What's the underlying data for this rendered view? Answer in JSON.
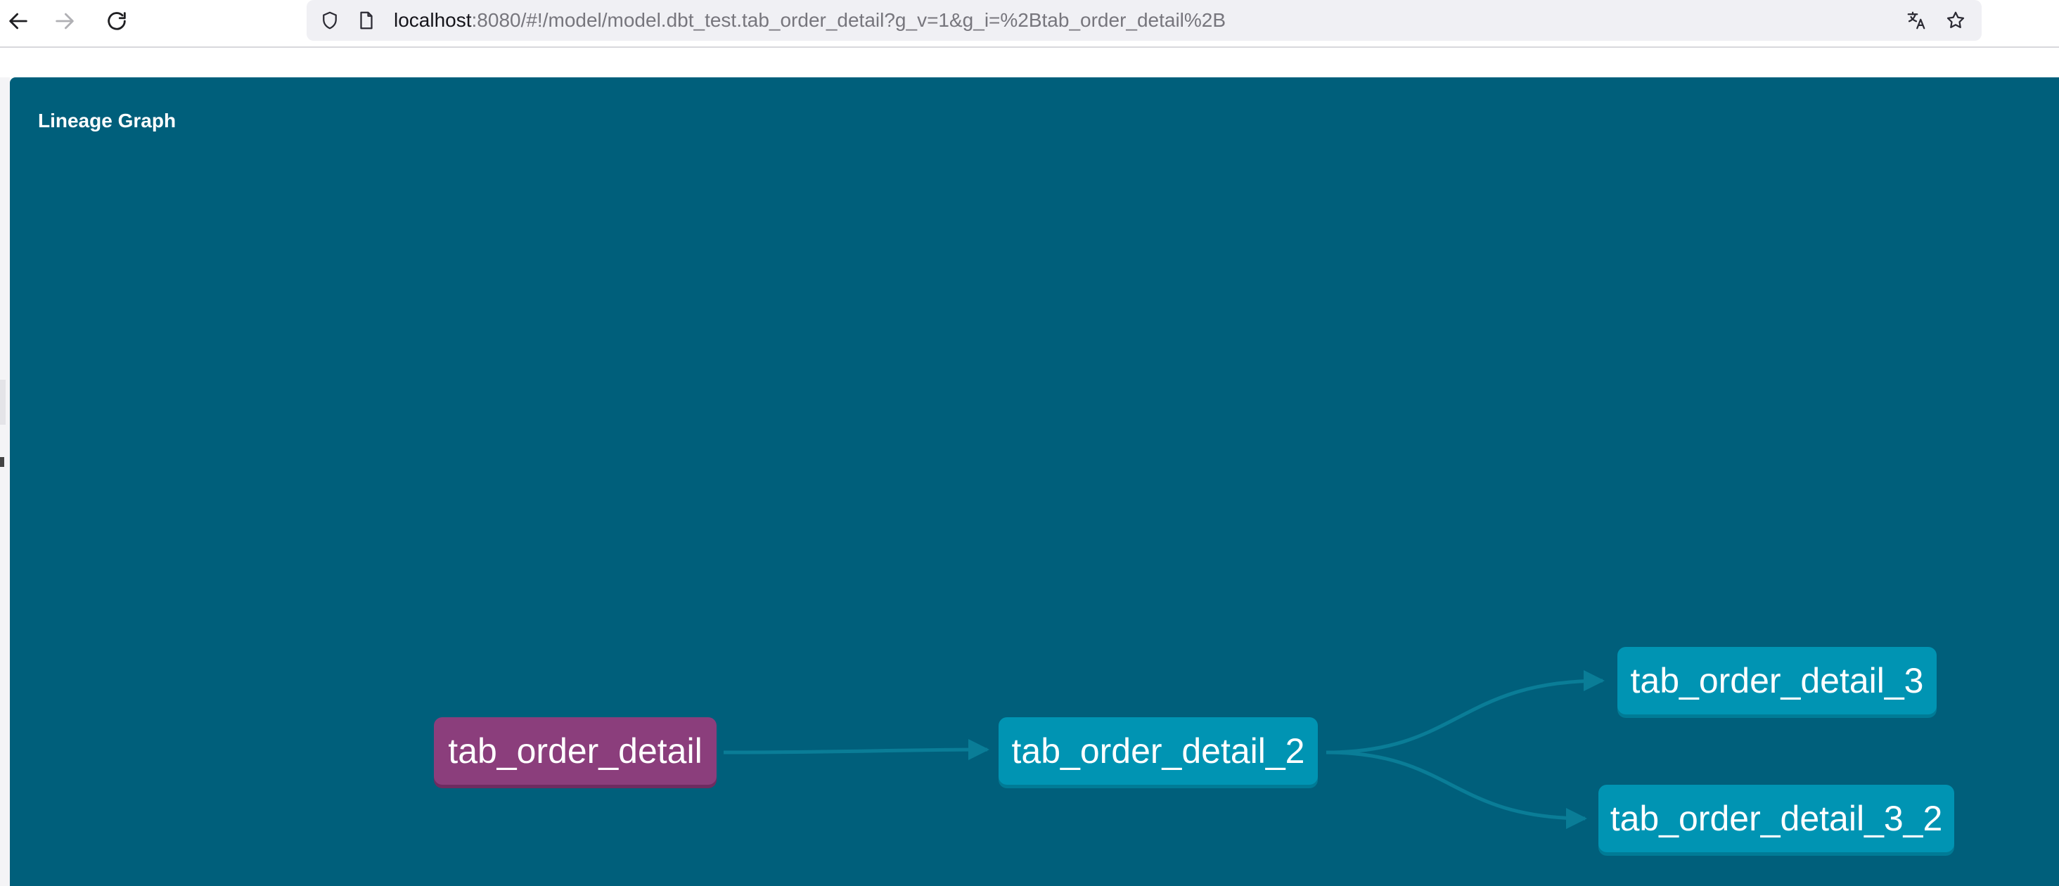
{
  "browser": {
    "url_host": "localhost",
    "url_rest": ":8080/#!/model/model.dbt_test.tab_order_detail?g_v=1&g_i=%2Btab_order_detail%2B",
    "icons": [
      "back-arrow-icon",
      "forward-arrow-icon",
      "reload-icon",
      "shield-icon",
      "page-icon",
      "translate-icon",
      "star-icon"
    ]
  },
  "panel": {
    "title": "Lineage Graph"
  },
  "graph": {
    "nodes": [
      {
        "id": "n1",
        "label": "tab_order_detail",
        "state": "selected"
      },
      {
        "id": "n2",
        "label": "tab_order_detail_2",
        "state": "child"
      },
      {
        "id": "n3",
        "label": "tab_order_detail_3",
        "state": "child"
      },
      {
        "id": "n4",
        "label": "tab_order_detail_3_2",
        "state": "child"
      }
    ],
    "edges": [
      {
        "from": "n1",
        "to": "n2"
      },
      {
        "from": "n2",
        "to": "n3"
      },
      {
        "from": "n2",
        "to": "n4"
      }
    ]
  },
  "colors": {
    "panel_background": "#005f7b",
    "selected_node": "#8b3e7c",
    "model_node": "#0094b3",
    "edge": "#0a7d97"
  }
}
